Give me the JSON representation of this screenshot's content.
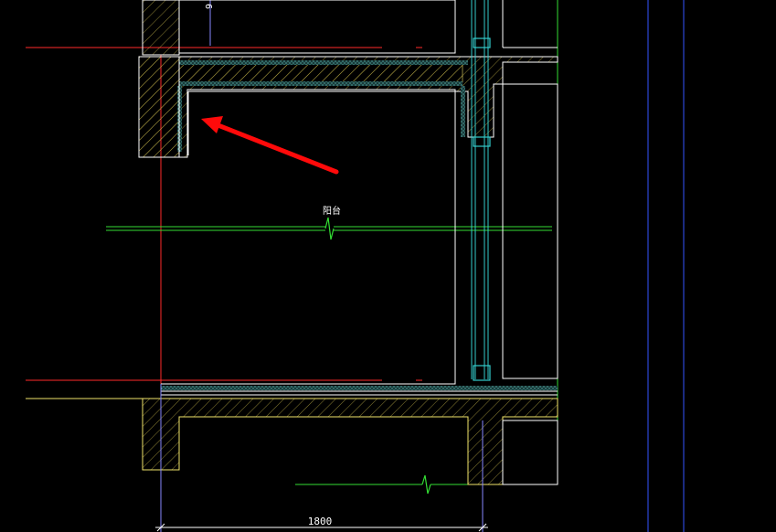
{
  "drawing": {
    "room_label": "阳台",
    "dimension_bottom": "1800",
    "dimension_top_partial": "6",
    "background_color": "#000000",
    "colors": {
      "wall_outline": "#ffffff",
      "wall_hatch": "#f0e36a",
      "insulation": "#4fd1c5",
      "axis_red": "#ff2a2a",
      "axis_green": "#33dd33",
      "glass_cyan": "#33cccc",
      "dimension_blue": "#3355ff",
      "arrow_red": "#ff0a0a"
    }
  },
  "annotation": {
    "arrow": "red-pointer-arrow"
  }
}
